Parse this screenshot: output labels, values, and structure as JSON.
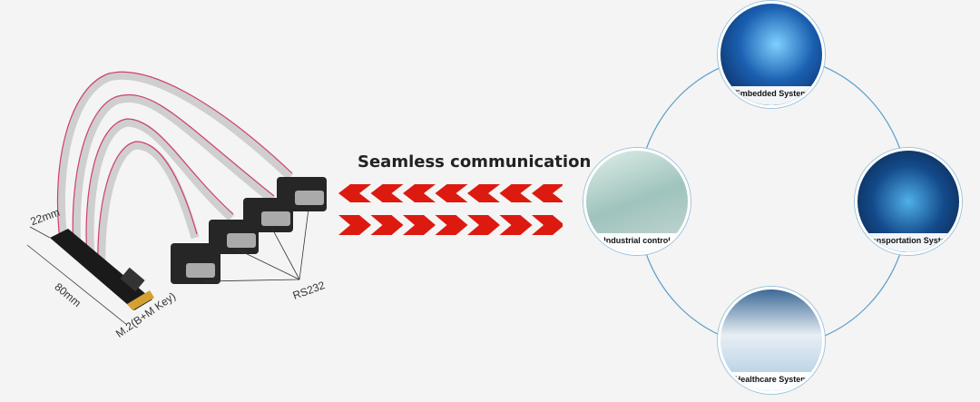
{
  "product": {
    "width_label": "22mm",
    "length_label": "80mm",
    "interface_label": "M.2(B+M Key)",
    "port_label": "RS232"
  },
  "center": {
    "title": "Seamless communication",
    "arrow_color": "#dd1a10"
  },
  "applications": [
    {
      "label": "Embedded System"
    },
    {
      "label": "Industrial control"
    },
    {
      "label": "Transportation System"
    },
    {
      "label": "Healthcare System"
    }
  ],
  "colors": {
    "ring": "#5b9ec9",
    "background": "#f4f4f4"
  }
}
